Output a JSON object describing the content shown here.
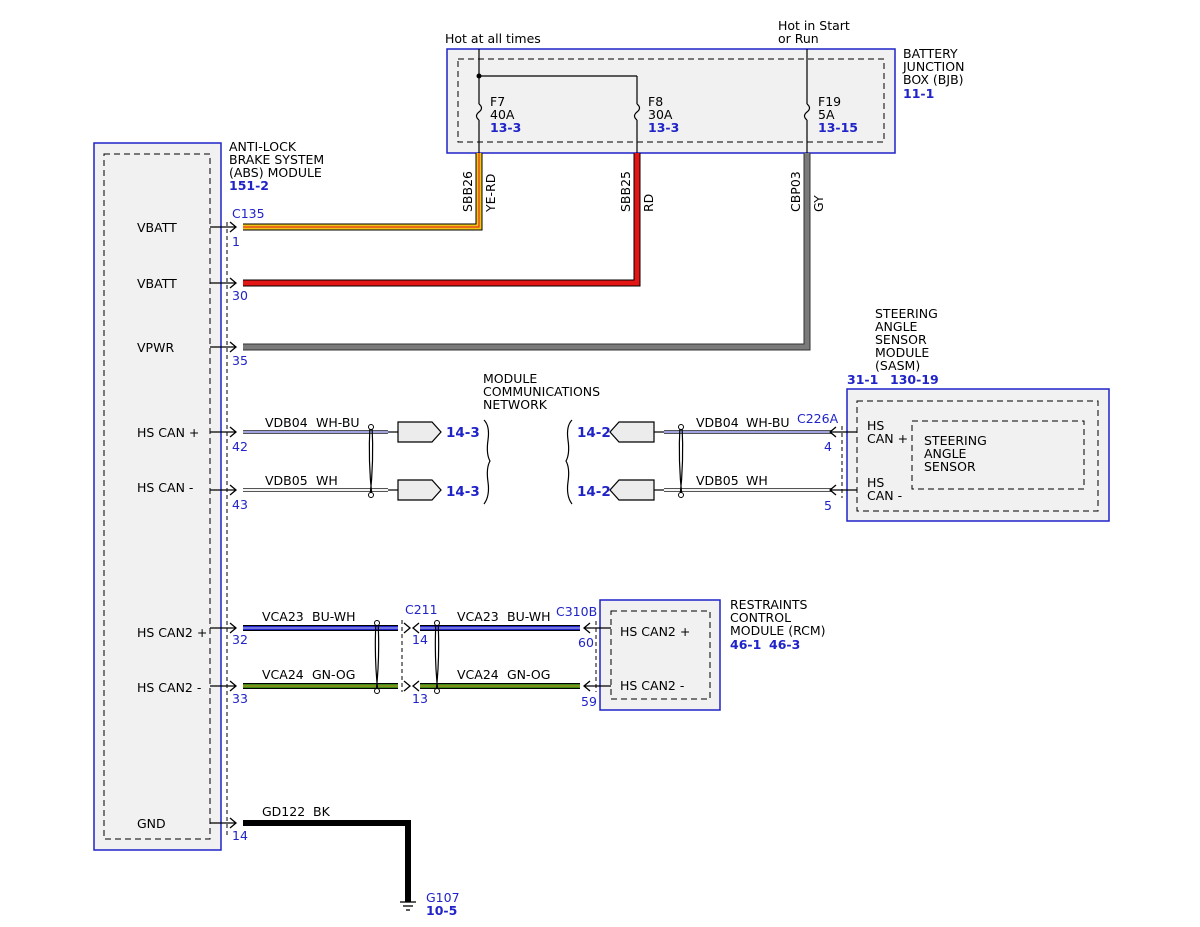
{
  "colors": {
    "module_border": "#1f23c8",
    "module_fill": "#f1f1f1",
    "ref_text": "#1f23c8",
    "wire_yellow": "#f2c417",
    "wire_red": "#e31515",
    "wire_gray": "#7a7a7a",
    "wire_blue": "#1f23c8",
    "wire_green": "#3b8a18",
    "wire_black": "#000000"
  },
  "header": {
    "hot_at_all_times": "Hot at all times",
    "hot_in_start_line1": "Hot in Start",
    "hot_in_start_line2": "or Run"
  },
  "bjb": {
    "label_lines": [
      "BATTERY",
      "JUNCTION",
      "BOX (BJB)"
    ],
    "ref": "11-1",
    "fuses": [
      {
        "name": "F7",
        "rating": "40A",
        "ref": "13-3"
      },
      {
        "name": "F8",
        "rating": "30A",
        "ref": "13-3"
      },
      {
        "name": "F19",
        "rating": "5A",
        "ref": "13-15"
      }
    ]
  },
  "abs": {
    "label_lines": [
      "ANTI-LOCK",
      "BRAKE SYSTEM",
      "(ABS) MODULE"
    ],
    "ref": "151-2",
    "connector": "C135",
    "pins": [
      {
        "label": "VBATT",
        "pin": "1"
      },
      {
        "label": "VBATT",
        "pin": "30"
      },
      {
        "label": "VPWR",
        "pin": "35"
      },
      {
        "label": "HS CAN +",
        "pin": "42"
      },
      {
        "label": "HS CAN -",
        "pin": "43"
      },
      {
        "label": "HS CAN2 +",
        "pin": "32"
      },
      {
        "label": "HS CAN2 -",
        "pin": "33"
      },
      {
        "label": "GND",
        "pin": "14"
      }
    ]
  },
  "wires": {
    "sbb26": {
      "circuit": "SBB26",
      "color": "YE-RD"
    },
    "sbb25": {
      "circuit": "SBB25",
      "color": "RD"
    },
    "cbp03": {
      "circuit": "CBP03",
      "color": "GY"
    },
    "vdb04_left": {
      "circuit": "VDB04",
      "color": "WH-BU"
    },
    "vdb05_left": {
      "circuit": "VDB05",
      "color": "WH"
    },
    "vdb04_right": {
      "circuit": "VDB04",
      "color": "WH-BU"
    },
    "vdb05_right": {
      "circuit": "VDB05",
      "color": "WH"
    },
    "vca23_left": {
      "circuit": "VCA23",
      "color": "BU-WH"
    },
    "vca24_left": {
      "circuit": "VCA24",
      "color": "GN-OG"
    },
    "vca23_right": {
      "circuit": "VCA23",
      "color": "BU-WH"
    },
    "vca24_right": {
      "circuit": "VCA24",
      "color": "GN-OG"
    },
    "gd122": {
      "circuit": "GD122",
      "color": "BK"
    }
  },
  "network": {
    "label_lines": [
      "MODULE",
      "COMMUNICATIONS",
      "NETWORK"
    ],
    "left_refs": [
      "14-3",
      "14-3"
    ],
    "right_refs": [
      "14-2",
      "14-2"
    ]
  },
  "sasm": {
    "label_lines": [
      "STEERING",
      "ANGLE",
      "SENSOR",
      "MODULE",
      "(SASM)"
    ],
    "refs": [
      "31-1",
      "130-19"
    ],
    "connector": "C226A",
    "pin_plus": "4",
    "pin_minus": "5",
    "hs_can_plus": [
      "HS",
      "CAN +"
    ],
    "hs_can_minus": [
      "HS",
      "CAN -"
    ],
    "inner_lines": [
      "STEERING",
      "ANGLE",
      "SENSOR"
    ]
  },
  "c211": {
    "connector": "C211",
    "pin_a": "14",
    "pin_b": "13"
  },
  "rcm": {
    "label_lines": [
      "RESTRAINTS",
      "CONTROL",
      "MODULE (RCM)"
    ],
    "refs": [
      "46-1",
      "46-3"
    ],
    "connector": "C310B",
    "pin_plus": "60",
    "pin_minus": "59",
    "hs_can2_plus": "HS CAN2 +",
    "hs_can2_minus": "HS CAN2 -"
  },
  "ground": {
    "name": "G107",
    "ref": "10-5"
  }
}
